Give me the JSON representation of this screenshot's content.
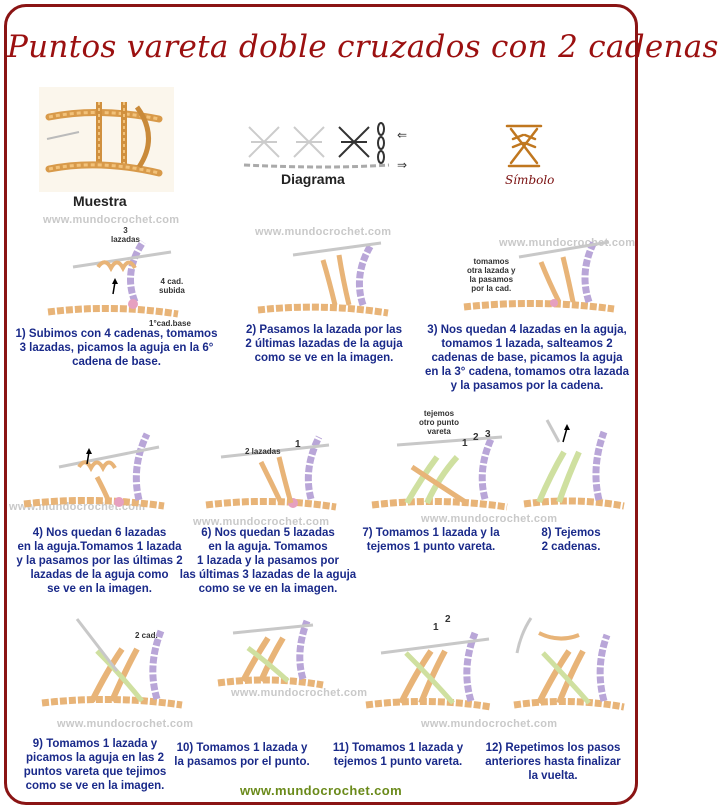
{
  "title": "Puntos vareta doble cruzados con 2 cadenas",
  "labels": {
    "muestra": "Muestra",
    "diagrama": "Diagrama",
    "simbolo": "Símbolo"
  },
  "watermark": "www.mundocrochet.com",
  "footer": "www.mundocrochet.com",
  "annotations": {
    "s1_lazadas": "3\nlazadas",
    "s1_cad_subida": "4 cad.\nsubida",
    "s1_cad_base": "1°cad.base",
    "s3_note": "tomamos\notra lazada y\nla pasamos\npor la cad.",
    "s6_lazadas": "2 lazadas",
    "s6_num": "1",
    "s7_note": "tejemos\notro punto\nvareta",
    "s7_num1": "1",
    "s7_num2": "2",
    "s7_num3": "3",
    "s9_cad": "2 cad.",
    "s11_num1": "1",
    "s11_num2": "2"
  },
  "steps": [
    {
      "text": "1) Subimos con 4 cadenas, tomamos\n3 lazadas, picamos la aguja en la 6°\ncadena de base."
    },
    {
      "text": "2) Pasamos la lazada por las\n2 últimas lazadas de la aguja\ncomo se ve en la imagen."
    },
    {
      "text": "3) Nos quedan 4 lazadas en la aguja,\ntomamos 1 lazada, salteamos 2\ncadenas de base, picamos la aguja\nen la 3° cadena, tomamos otra lazada\ny la pasamos por la cadena."
    },
    {
      "text": "4) Nos quedan 6 lazadas\nen la aguja.Tomamos 1 lazada\ny la pasamos por las últimas 2\nlazadas de la aguja como\nse ve en la imagen."
    },
    {
      "text": "6) Nos quedan 5 lazadas\nen la aguja. Tomamos\n1 lazada y la pasamos por\nlas últimas 3 lazadas de la aguja\ncomo se ve en la imagen."
    },
    {
      "text": "7) Tomamos 1 lazada y la\ntejemos 1 punto vareta."
    },
    {
      "text": "8) Tejemos\n2 cadenas."
    },
    {
      "text": "9) Tomamos 1 lazada y\npicamos la aguja en las 2\npuntos vareta que tejimos\ncomo se ve en la imagen."
    },
    {
      "text": "10) Tomamos 1 lazada y\nla pasamos por el punto."
    },
    {
      "text": "11) Tomamos 1 lazada y\ntejemos 1 punto vareta."
    },
    {
      "text": "12) Repetimos los pasos\nanteriores hasta finalizar\nla vuelta."
    }
  ],
  "colors": {
    "frame": "#8a1414",
    "title": "#9b1010",
    "caption": "#1a2a8a",
    "yarn": "#e8b478",
    "yarn_purple": "#b9a6d8",
    "yarn_pink": "#e6a0c0",
    "yarn_green": "#cfe0a0",
    "footer": "#6a8a1a"
  }
}
